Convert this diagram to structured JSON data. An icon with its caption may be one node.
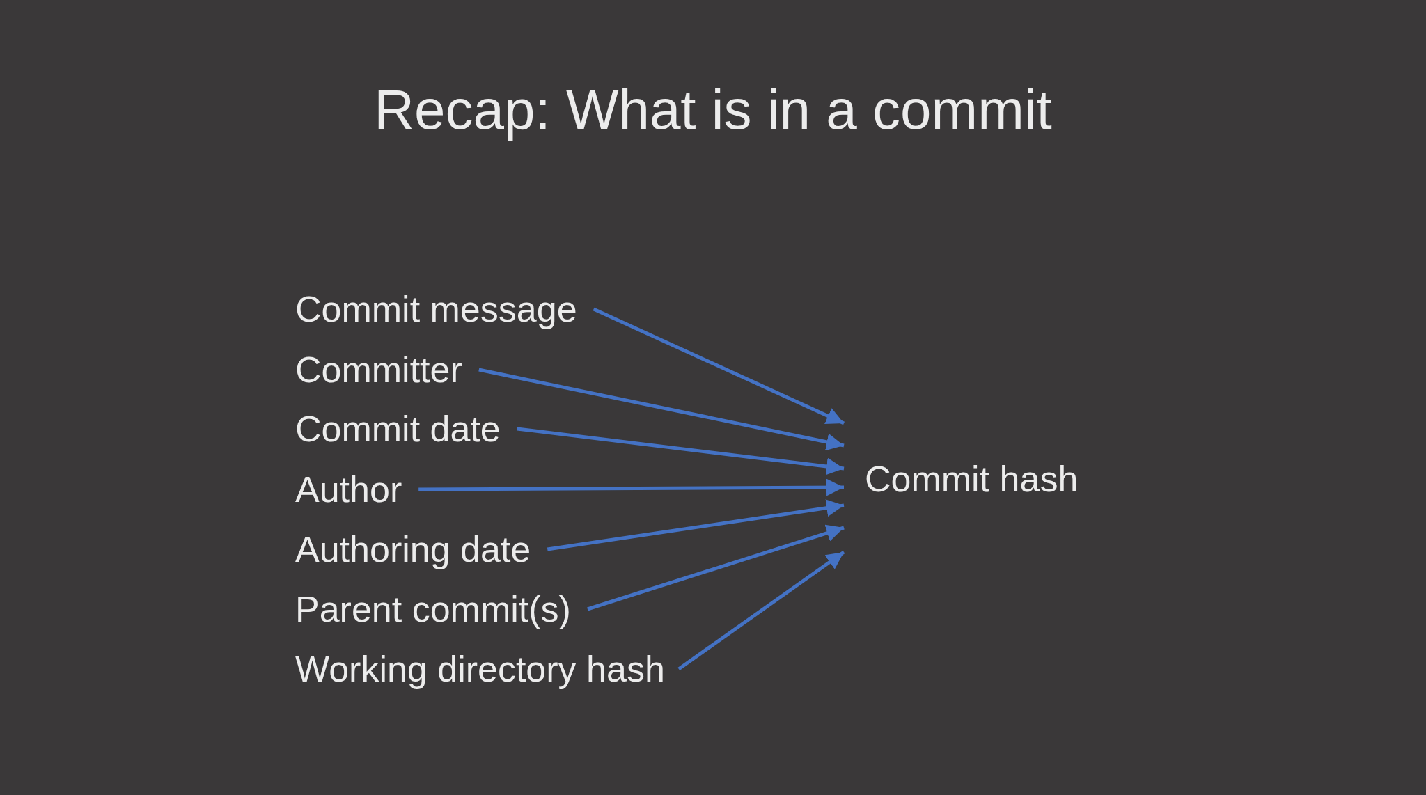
{
  "diagram": {
    "title": "Recap: What is in a commit",
    "nodes": [
      {
        "text": [
          "Commit message"
        ]
      },
      {
        "text": [
          "Committer"
        ]
      },
      {
        "text": [
          "Commit date"
        ]
      },
      {
        "text": [
          "Author"
        ]
      },
      {
        "text": [
          "Authoring date"
        ]
      },
      {
        "text": [
          "Parent commit(s)"
        ]
      },
      {
        "text": [
          "Working directory hash"
        ]
      },
      {
        "text": [
          "Commit hash"
        ]
      }
    ],
    "edges": [
      {
        "from": 0,
        "to": 7,
        "arrow": "to"
      },
      {
        "from": 1,
        "to": 7,
        "arrow": "to"
      },
      {
        "from": 2,
        "to": 7,
        "arrow": "to"
      },
      {
        "from": 3,
        "to": 7,
        "arrow": "to"
      },
      {
        "from": 4,
        "to": 7,
        "arrow": "to"
      },
      {
        "from": 5,
        "to": 7,
        "arrow": "to"
      },
      {
        "from": 6,
        "to": 7,
        "arrow": "to"
      }
    ]
  }
}
